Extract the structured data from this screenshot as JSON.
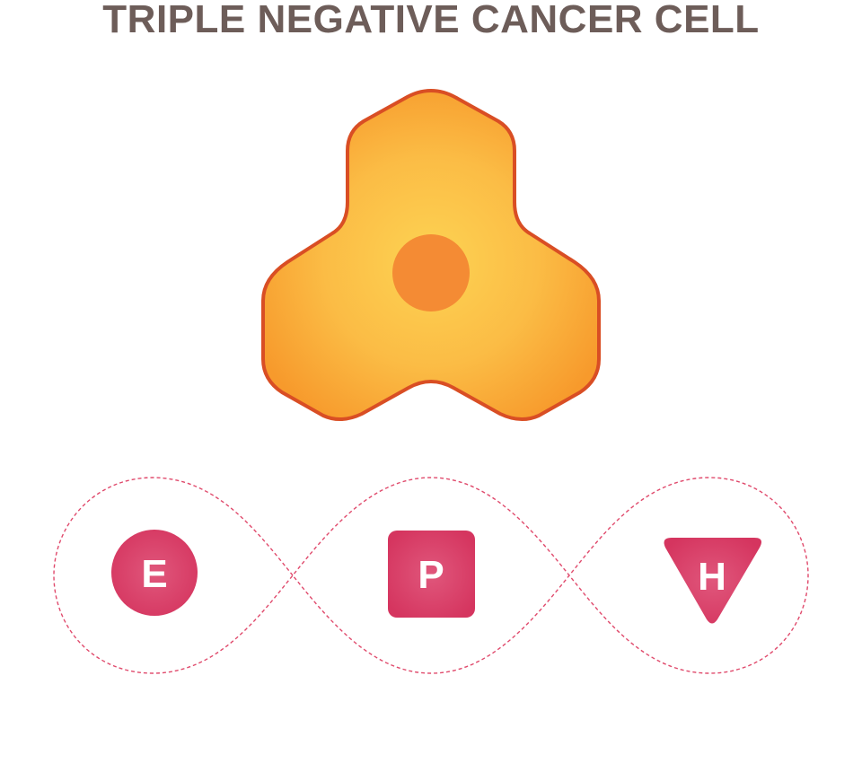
{
  "title": "TRIPLE NEGATIVE CANCER CELL",
  "colors": {
    "title": "#6d5d59",
    "cell_outline": "#d94e24",
    "cell_fill_center": "#fdd353",
    "cell_fill_edge": "#f79a2c",
    "nucleus": "#f48b34",
    "marker_fill": "#d93a68",
    "marker_text": "#ffffff",
    "dashed_path": "#e04a6c"
  },
  "markers": [
    {
      "letter": "E",
      "shape": "circle"
    },
    {
      "letter": "P",
      "shape": "rounded-square"
    },
    {
      "letter": "H",
      "shape": "triangle"
    }
  ]
}
